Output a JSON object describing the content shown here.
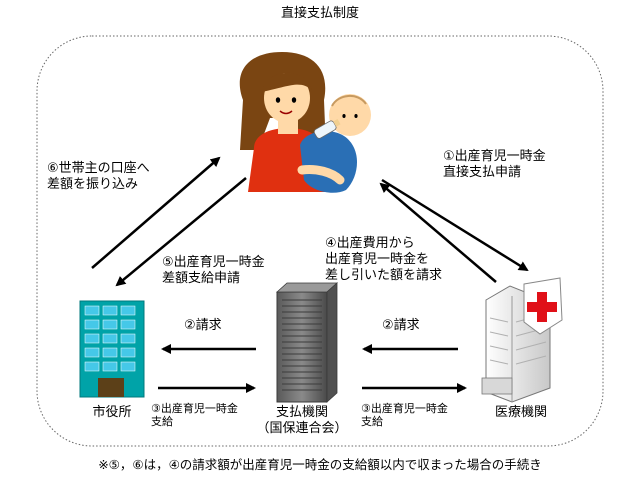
{
  "title": "直接支払制度",
  "nodes": {
    "mother": {
      "label": ""
    },
    "city_hall": {
      "label": "市役所"
    },
    "payment_agency": {
      "line1": "支払機関",
      "line2": "（国保連合会）"
    },
    "medical_institution": {
      "label": "医療機関"
    }
  },
  "flows": {
    "step1": {
      "line1": "①出産育児一時金",
      "line2": "直接支払申請"
    },
    "step2_left": {
      "label": "②請求"
    },
    "step2_right": {
      "label": "②請求"
    },
    "step3_left": {
      "line1": "③出産育児一時金",
      "line2": "支給"
    },
    "step3_right": {
      "line1": "③出産育児一時金",
      "line2": "支給"
    },
    "step4": {
      "line1": "④出産費用から",
      "line2": "出産育児一時金を",
      "line3": "差し引いた額を請求"
    },
    "step5": {
      "line1": "⑤出産育児一時金",
      "line2": "差額支給申請"
    },
    "step6": {
      "line1": "⑥世帯主の口座へ",
      "line2": "差額を振り込み"
    }
  },
  "footnote": "※⑤，⑥は，④の請求額が出産育児一時金の支給額以内で収まった場合の手続き",
  "colors": {
    "city_hall_body": "#00a3a8",
    "city_hall_window": "#45c8e8",
    "city_hall_door": "#5c4018",
    "server": "#7a7a7a",
    "hospital_cross": "#e01018",
    "mother_shirt": "#e03010",
    "mother_hair": "#7a4512",
    "baby_clothes": "#2a6fb5",
    "skin": "#ffd9a8"
  }
}
